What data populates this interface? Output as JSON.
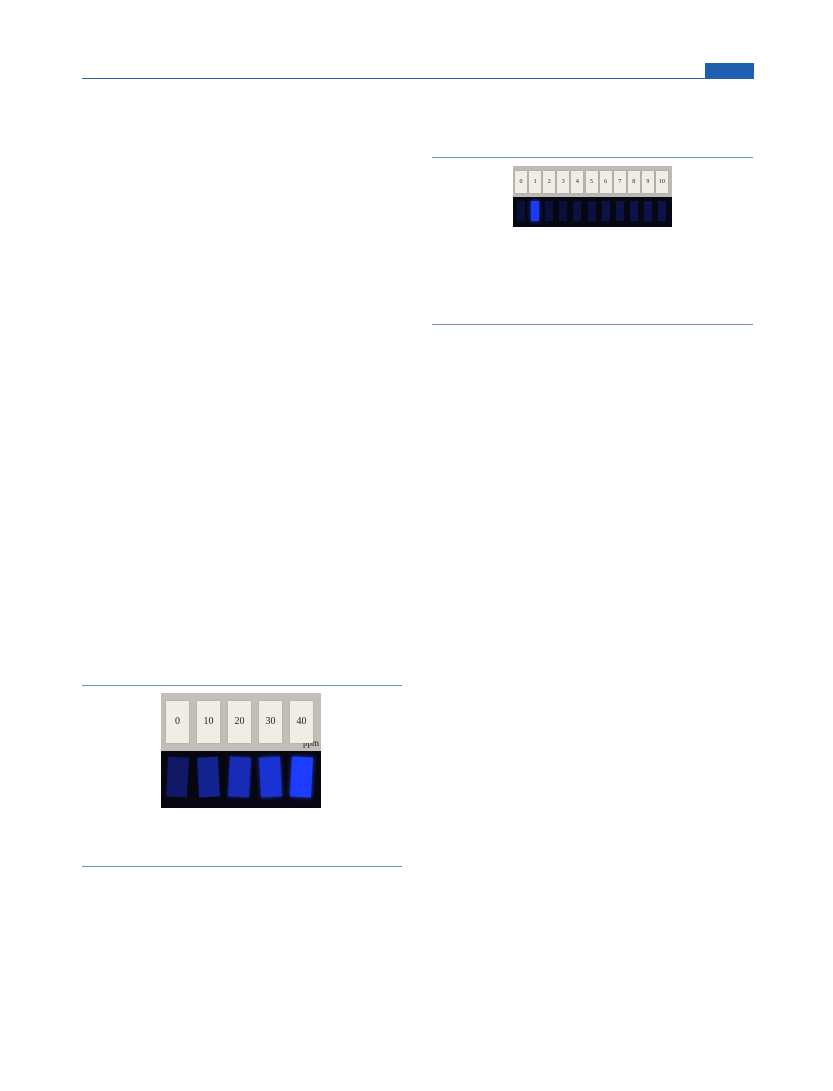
{
  "figures": [
    {
      "id": "fig-top-right",
      "strip_labels": [
        "0",
        "1",
        "2",
        "3",
        "4",
        "5",
        "6",
        "7",
        "8",
        "9",
        "10"
      ],
      "glow_levels": [
        0.05,
        0.95,
        0.06,
        0.06,
        0.08,
        0.08,
        0.1,
        0.1,
        0.12,
        0.14,
        0.12
      ]
    },
    {
      "id": "fig-bottom-left",
      "strip_labels": [
        "0",
        "10",
        "20",
        "30",
        "40"
      ],
      "unit_label": "ppm",
      "glow_levels": [
        0.25,
        0.45,
        0.65,
        0.8,
        1.0
      ]
    }
  ],
  "colors": {
    "header_accent": "#1f5fb0",
    "rule": "#6f8fc0",
    "photo_top_bg": "#bdbab4",
    "photo_bottom_bg": "#070714",
    "glow": "#1e3cff"
  }
}
